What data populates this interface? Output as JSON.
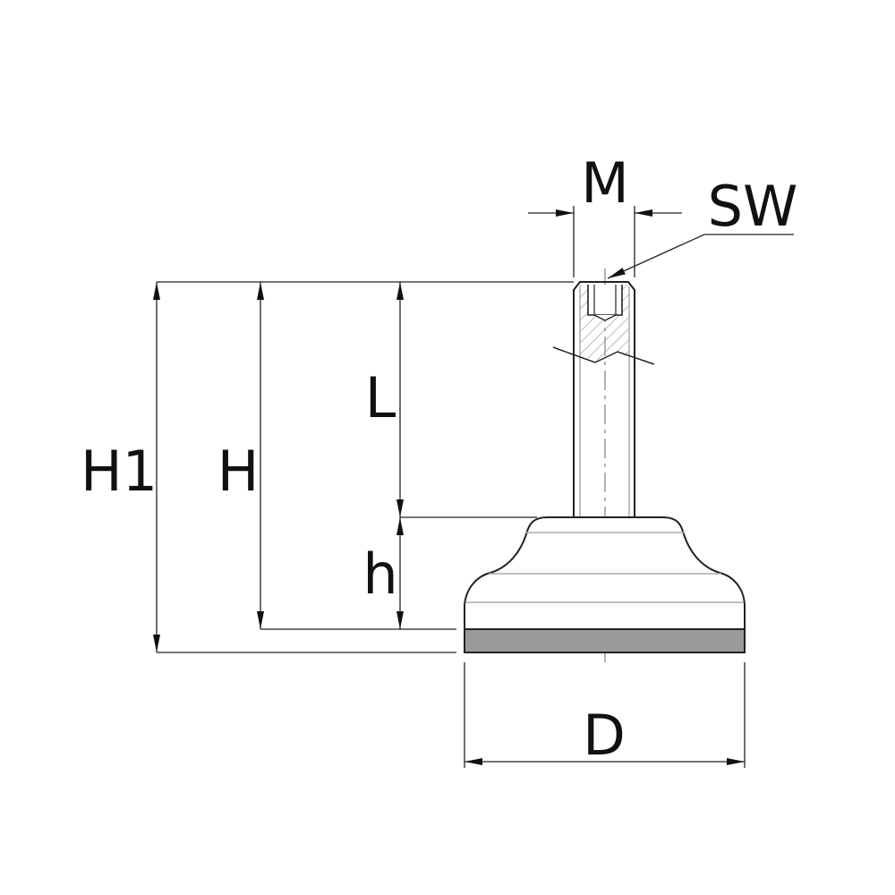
{
  "labels": {
    "M": "M",
    "SW": "SW",
    "L": "L",
    "H": "H",
    "H1": "H1",
    "h": "h",
    "D": "D"
  },
  "colors": {
    "pad": "#9a9a9a",
    "line": "#222222",
    "hatch": "#999999"
  }
}
